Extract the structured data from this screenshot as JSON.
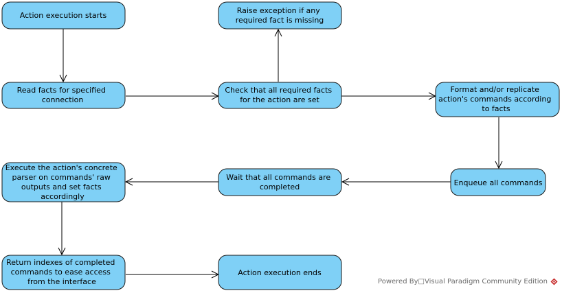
{
  "diagram": {
    "nodes": {
      "start": [
        "Action execution starts"
      ],
      "raise": [
        "Raise exception if any",
        "required fact is missing"
      ],
      "read": [
        "Read facts for specified",
        "connection"
      ],
      "check": [
        "Check that all required facts",
        "for the action are set"
      ],
      "format": [
        "Format and/or replicate",
        "action's commands according",
        "to facts"
      ],
      "execute": [
        "Execute the action's concrete",
        "parser on commands' raw",
        "outputs and set facts",
        "accordingly"
      ],
      "wait": [
        "Wait that all commands are",
        "completed"
      ],
      "enqueue": [
        "Enqueue all commands"
      ],
      "return": [
        "Return indexes of completed",
        "commands to ease access",
        "from the interface"
      ],
      "end": [
        "Action execution ends"
      ]
    }
  },
  "footer": {
    "text": "Powered By□Visual Paradigm Community Edition"
  },
  "colors": {
    "node_fill": "#7fd0f6",
    "node_stroke": "#1a1a1a",
    "logo_red": "#c62828"
  }
}
